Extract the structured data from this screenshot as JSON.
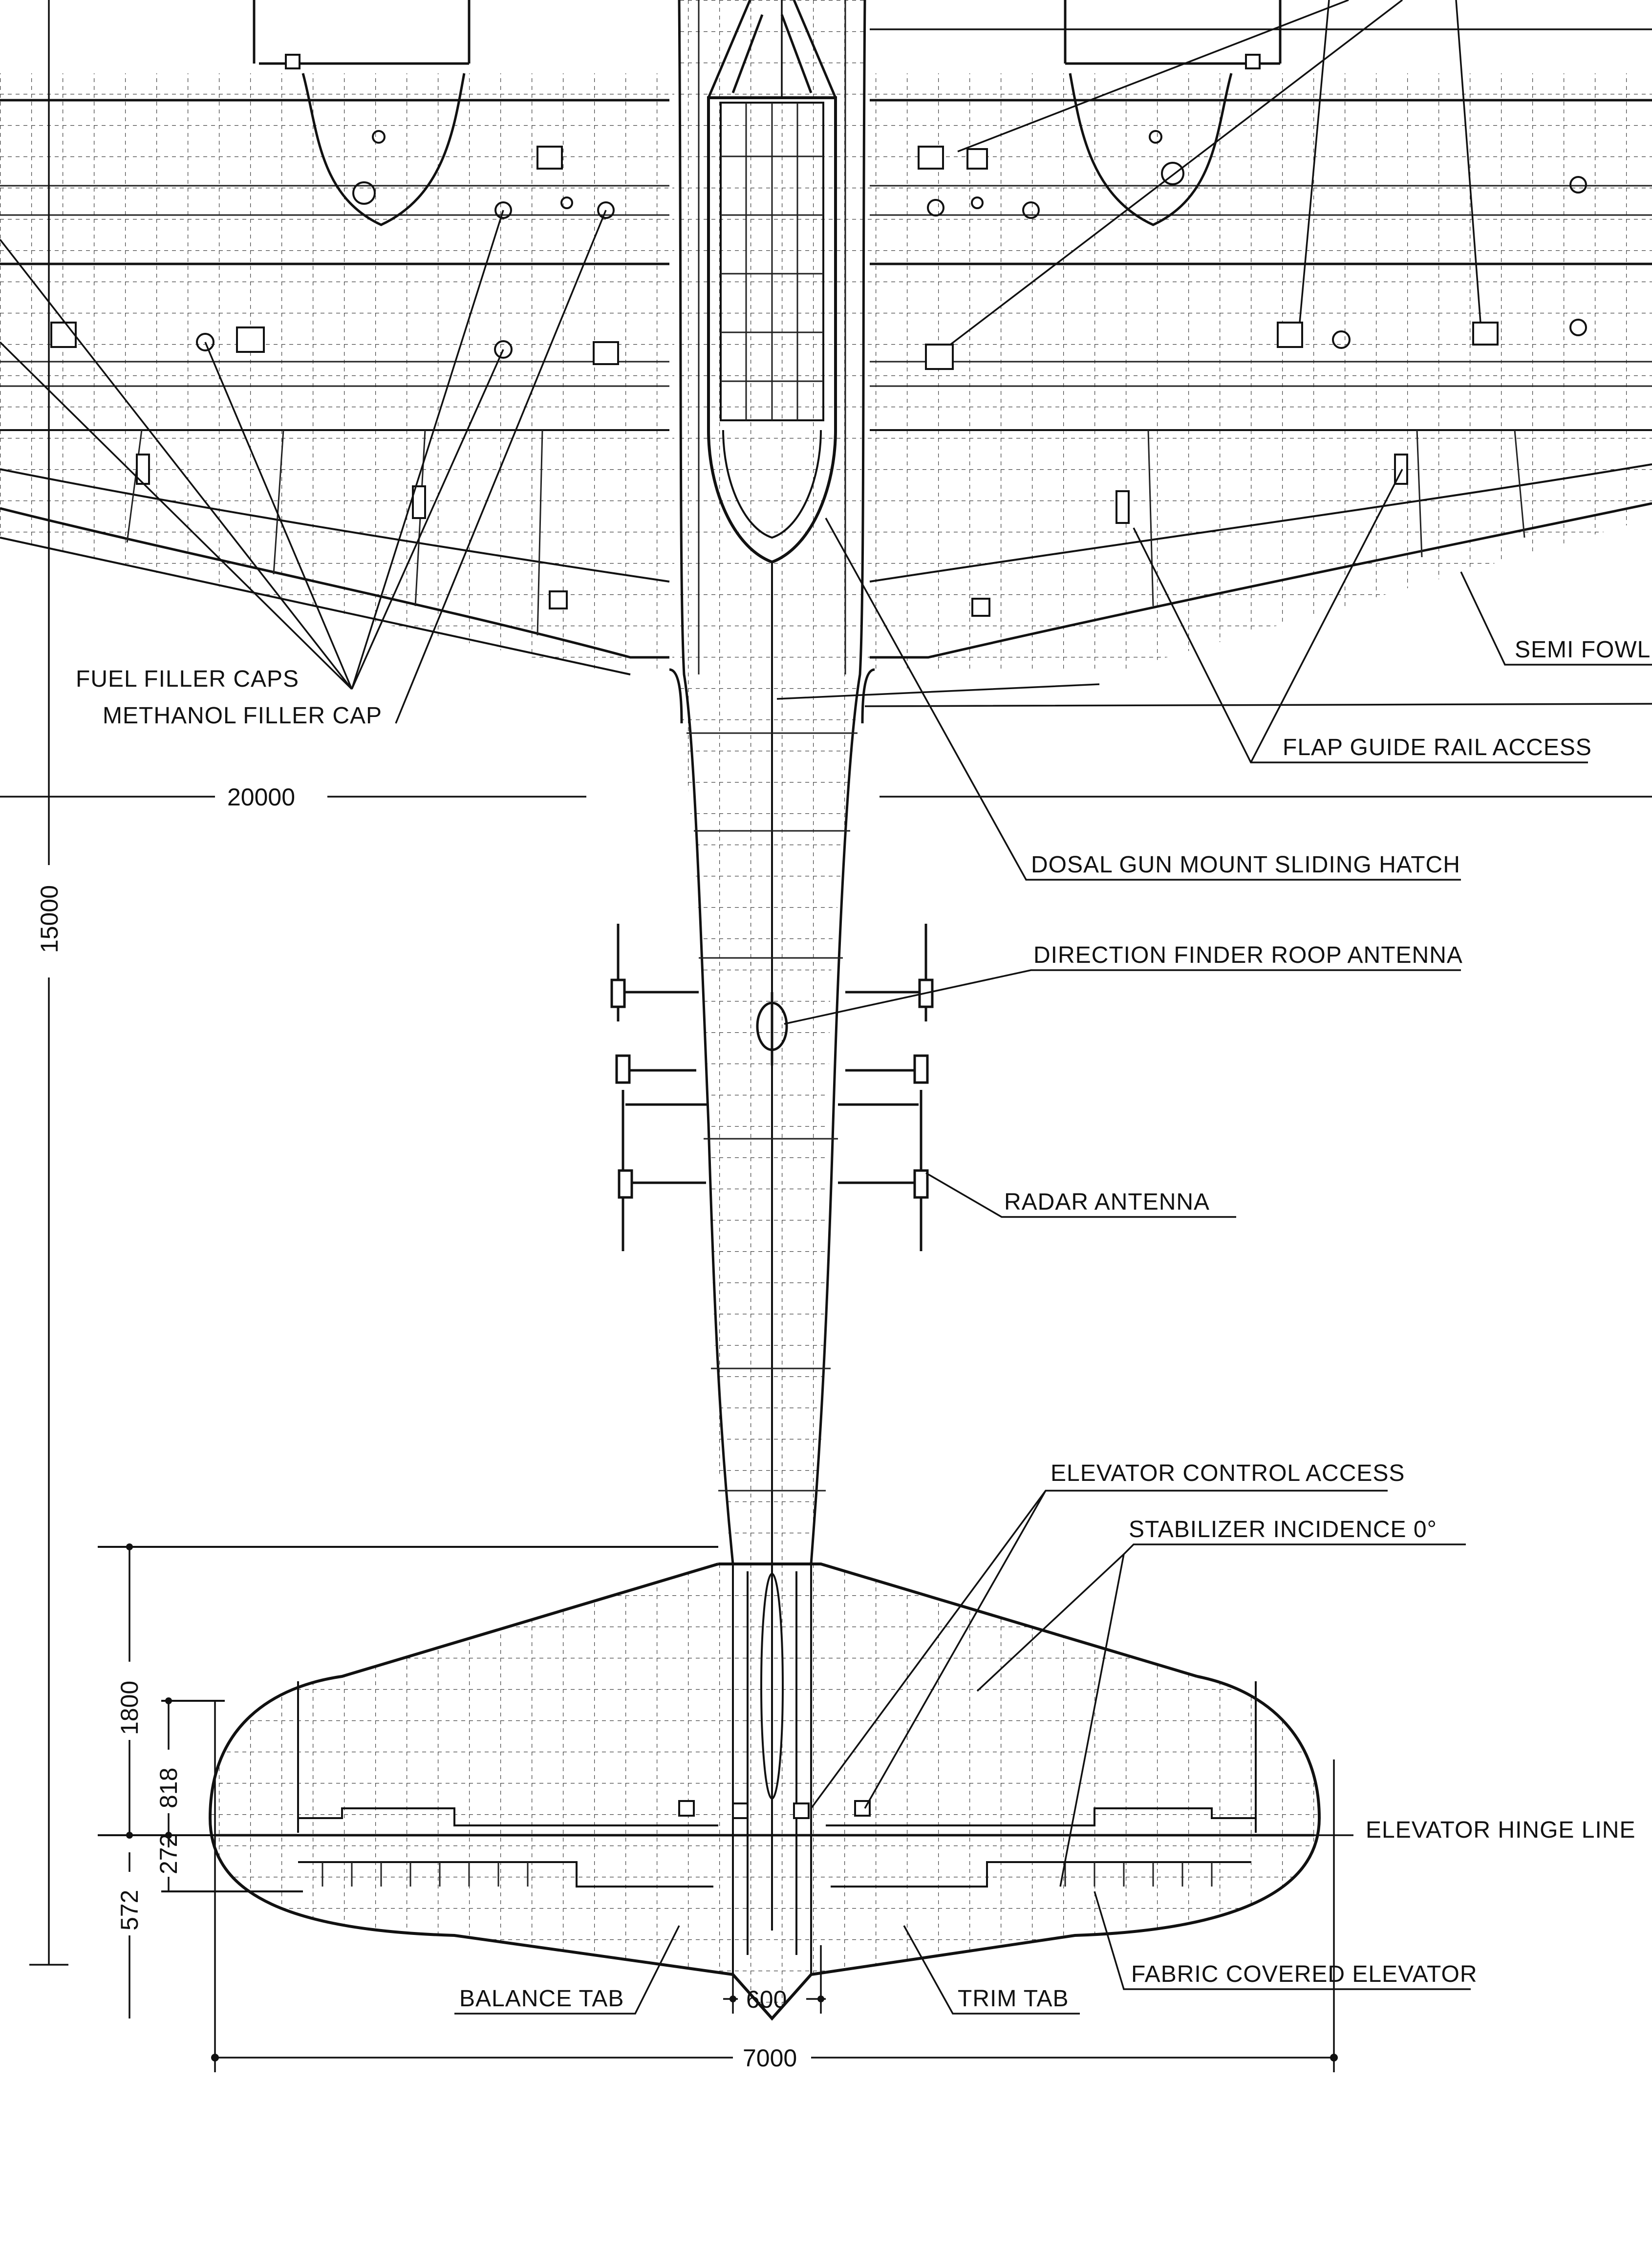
{
  "labels": {
    "fuel_filler_caps": "FUEL FILLER CAPS",
    "methanol_filler_cap": "METHANOL FILLER CAP",
    "semi_fowler": "SEMI FOWL",
    "flap_guide_rail_access": "FLAP GUIDE RAIL ACCESS",
    "dorsal_gun_hatch": "DOSAL GUN MOUNT  SLIDING HATCH",
    "direction_finder": "DIRECTION FINDER ROOP ANTENNA",
    "radar_antenna": "RADAR ANTENNA",
    "elevator_control_access": "ELEVATOR CONTROL ACCESS",
    "stabilizer_incidence": "STABILIZER  INCIDENCE  0°",
    "elevator_hinge_line": "ELEVATOR HINGE LINE",
    "fabric_covered_elevator": "FABRIC COVERED ELEVATOR",
    "balance_tab": "BALANCE TAB",
    "trim_tab": "TRIM TAB"
  },
  "dimensions": {
    "span": "20000",
    "length": "15000",
    "tail_span": "7000",
    "tail_root": "600",
    "stab_chord": "1800",
    "stab_fixed": "818",
    "stab_gap": "272",
    "elevator_chord": "572"
  }
}
